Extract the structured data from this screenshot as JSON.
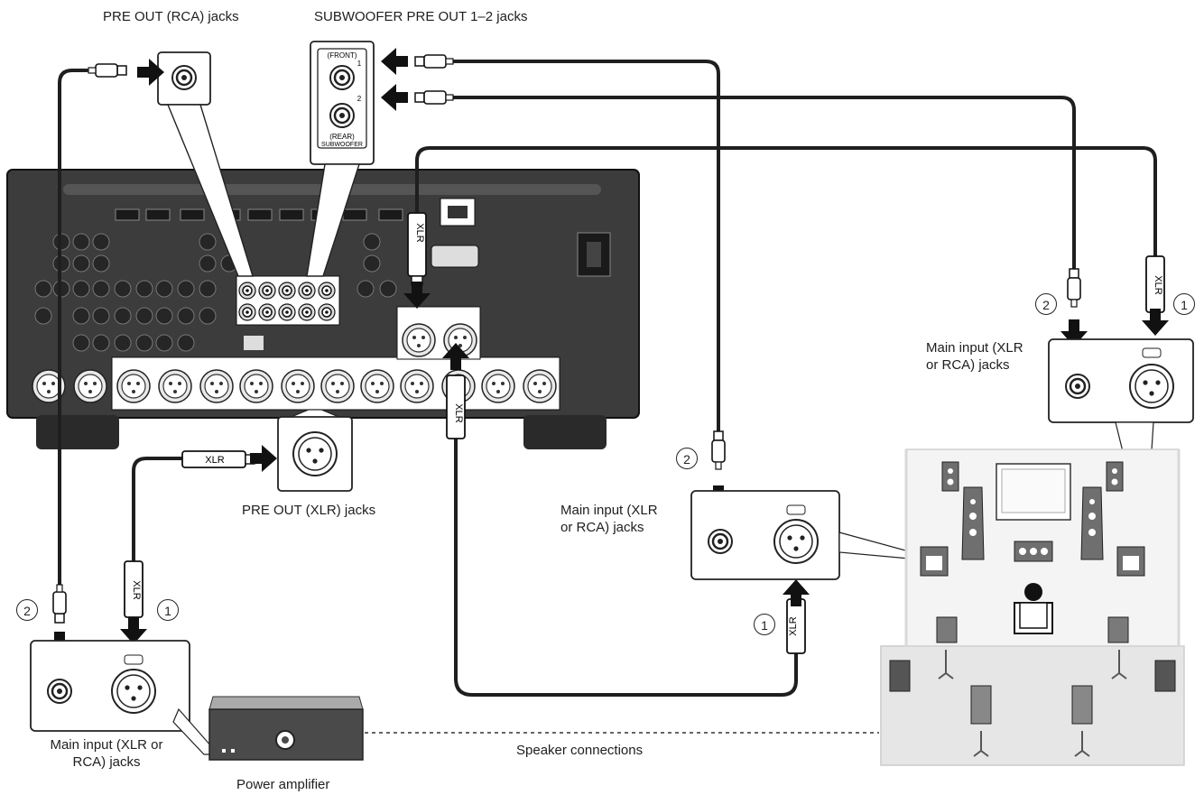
{
  "labels": {
    "pre_out_rca": "PRE OUT (RCA) jacks",
    "subwoofer_pre_out": "SUBWOOFER PRE OUT 1–2 jacks",
    "pre_out_xlr": "PRE OUT (XLR) jacks",
    "main_input_right": "Main input (XLR\nor RCA) jacks",
    "main_input_center": "Main input (XLR\nor RCA) jacks",
    "main_input_left": "Main input (XLR or\nRCA) jacks",
    "power_amplifier": "Power amplifier",
    "speaker_connections": "Speaker connections"
  },
  "jack_labels": {
    "front": "(FRONT)",
    "rear": "(REAR)",
    "subwoofer": "SUBWOOFER",
    "sub_1": "1",
    "sub_2": "2"
  },
  "connector_text": "XLR",
  "step_numbers": {
    "one": "1",
    "two": "2"
  },
  "colors": {
    "receiver_body": "#3c3c3c",
    "receiver_dark": "#232323",
    "panel_light": "#ffffff",
    "cable": "#1f1f1f",
    "room_fill": "#ececec",
    "speaker": "#6f6f6f",
    "arrow": "#111111"
  }
}
